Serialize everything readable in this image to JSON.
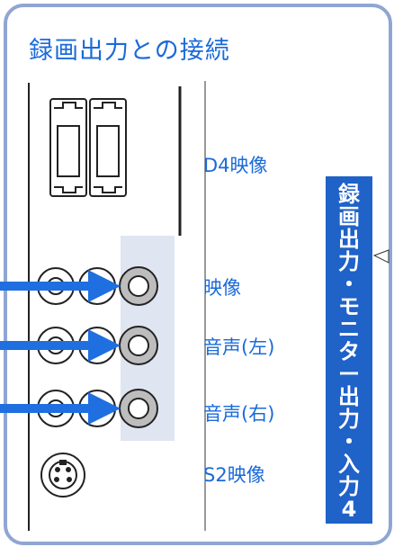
{
  "title": "録画出力との接続",
  "labels": {
    "d4": "D4映像",
    "video": "映像",
    "audio_left": "音声(左)",
    "audio_right": "音声(右)",
    "s2": "S2映像"
  },
  "banner": {
    "text": "録画出力・モニター出力・入力4",
    "chars": [
      "録",
      "画",
      "出",
      "力",
      "・",
      "モ",
      "ニ",
      "タ",
      "ー",
      "出",
      "力",
      "・",
      "入",
      "力",
      "4"
    ]
  },
  "colors": {
    "frame": "#8fa6d2",
    "accent": "#1a6ad9",
    "banner": "#1f62c8",
    "panel": "#dfe5f1",
    "arrow": "#1f6fe0"
  }
}
